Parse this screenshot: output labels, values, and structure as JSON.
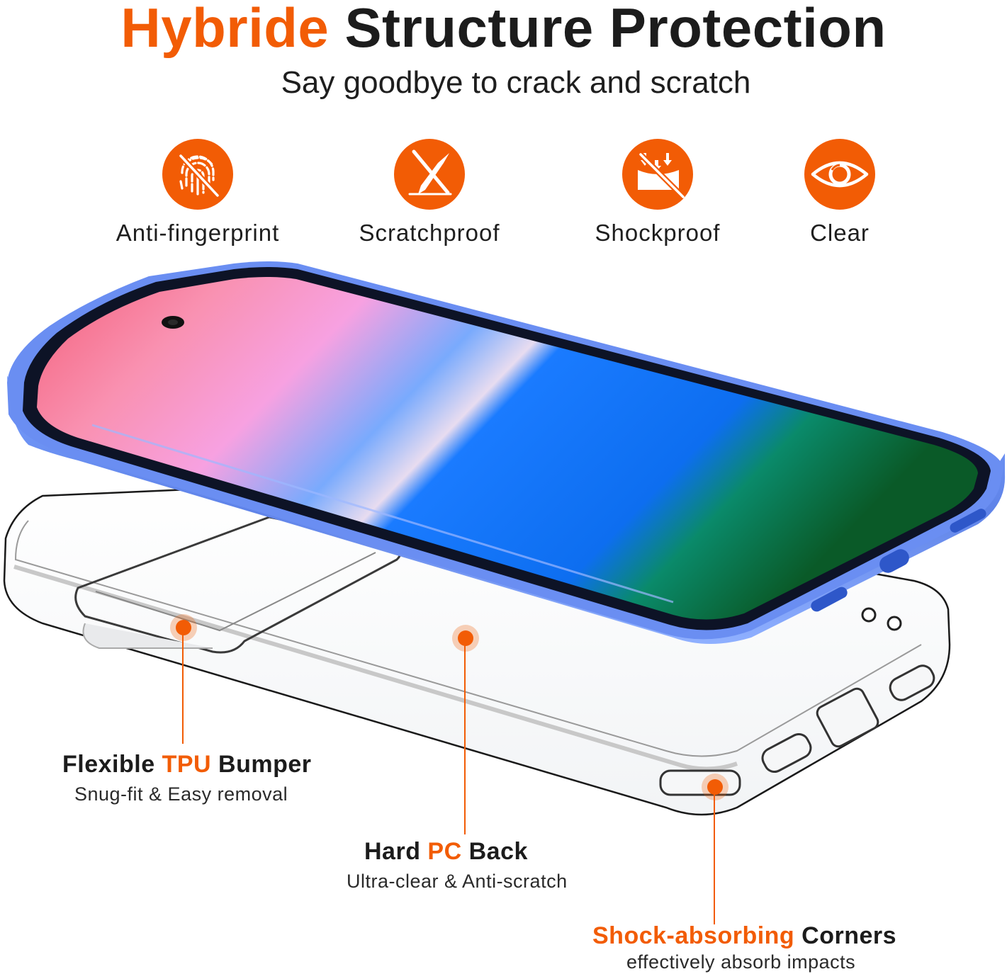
{
  "header": {
    "title_accent": "Hybride",
    "title_rest": "Structure Protection",
    "subtitle": "Say goodbye to crack and scratch"
  },
  "features": [
    {
      "label": "Anti-fingerprint",
      "icon": "no-fingerprint-icon"
    },
    {
      "label": "Scratchproof",
      "icon": "no-knife-scratch-icon"
    },
    {
      "label": "Shockproof",
      "icon": "shock-impact-icon"
    },
    {
      "label": "Clear",
      "icon": "eye-icon"
    }
  ],
  "callouts": {
    "tpu": {
      "pre": "Flexible ",
      "accent": "TPU",
      "post": " Bumper",
      "sub": "Snug-fit & Easy removal"
    },
    "pc": {
      "pre": "Hard ",
      "accent": "PC",
      "post": " Back",
      "sub": "Ultra-clear & Anti-scratch"
    },
    "corners": {
      "accent": "Shock-absorbing",
      "post": " Corners",
      "sub": "effectively absorb impacts"
    }
  },
  "colors": {
    "accent": "#f25c05",
    "text": "#1c1c1c",
    "phone_frame": "#6b8df0"
  }
}
